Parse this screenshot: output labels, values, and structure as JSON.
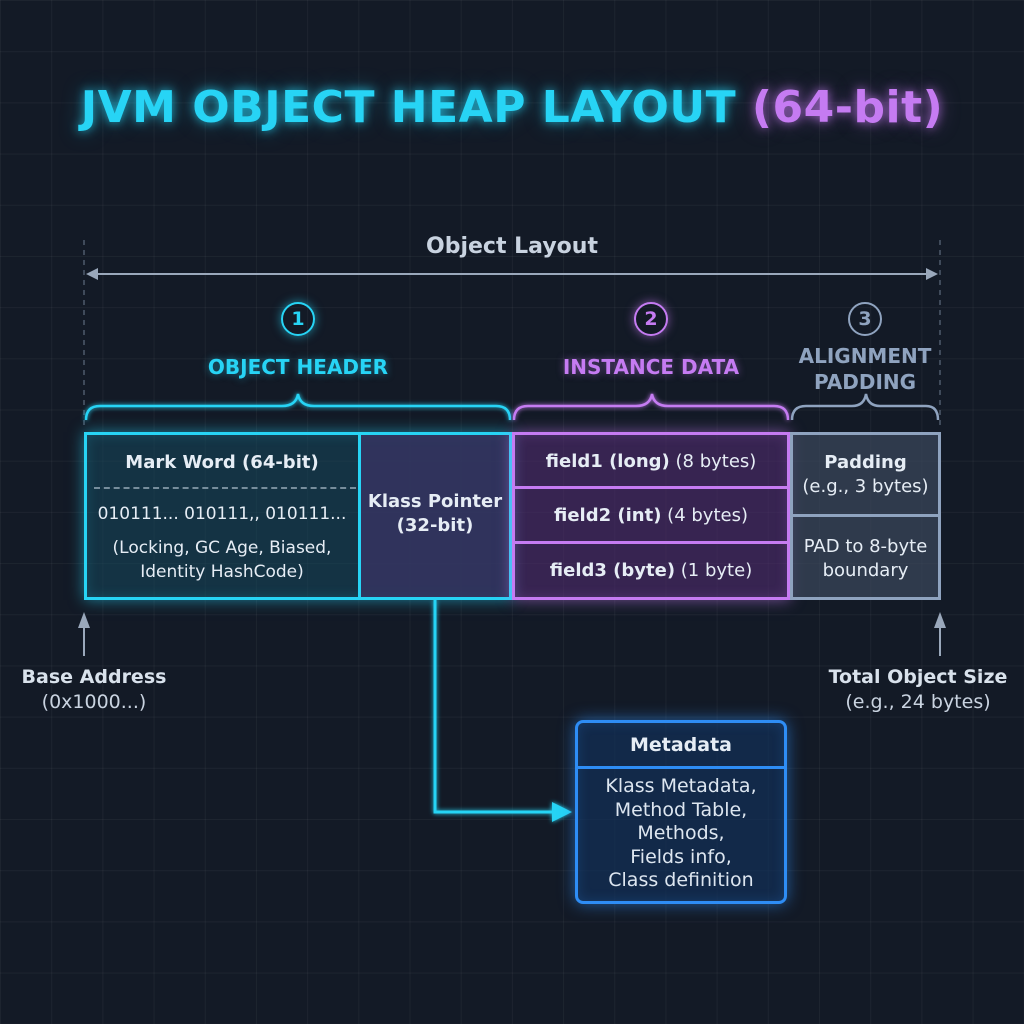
{
  "title": {
    "main": "JVM OBJECT HEAP LAYOUT",
    "accent": "(64-bit)"
  },
  "layout_label": "Object Layout",
  "sections": [
    {
      "number": "1",
      "label": "OBJECT HEADER",
      "color": "#27d4f5"
    },
    {
      "number": "2",
      "label": "INSTANCE DATA",
      "color": "#c57bf2"
    },
    {
      "number": "3",
      "label_line1": "ALIGNMENT",
      "label_line2": "PADDING",
      "color": "#8fa3bf"
    }
  ],
  "header": {
    "mark_word": {
      "title": "Mark Word (64-bit)",
      "bits": "010111... 010111,, 010111...",
      "desc_line1": "(Locking, GC Age, Biased,",
      "desc_line2": "Identity HashCode)"
    },
    "klass_pointer": {
      "line1": "Klass Pointer",
      "line2": "(32-bit)"
    }
  },
  "instance_fields": [
    {
      "name": "field1 (long)",
      "size": "(8 bytes)"
    },
    {
      "name": "field2 (int)",
      "size": "(4 bytes)"
    },
    {
      "name": "field3 (byte)",
      "size": "(1 byte)"
    }
  ],
  "padding": {
    "title": "Padding",
    "example": "(e.g., 3 bytes)",
    "note_line1": "PAD to 8-byte",
    "note_line2": "boundary"
  },
  "base_address": {
    "label": "Base Address",
    "value": "(0x1000...)"
  },
  "total_size": {
    "label": "Total Object Size",
    "value": "(e.g., 24 bytes)"
  },
  "metadata": {
    "title": "Metadata",
    "lines": [
      "Klass Metadata,",
      "Method Table,",
      "Methods,",
      "Fields info,",
      "Class definition"
    ]
  },
  "colors": {
    "header": "#27d4f5",
    "instance": "#c57bf2",
    "padding": "#8fa3bf",
    "metadata": "#2e8df5",
    "background": "#131a26"
  }
}
